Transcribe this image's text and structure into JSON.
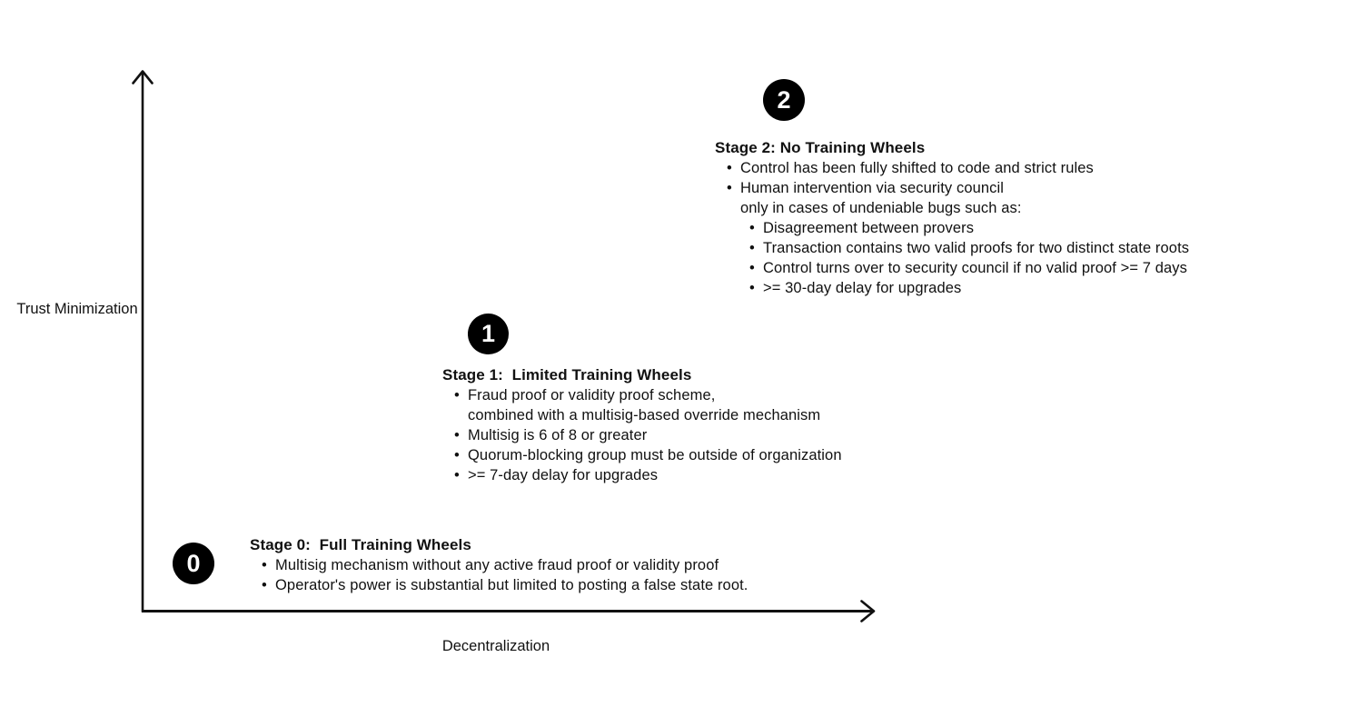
{
  "ui": {
    "bullet": "•"
  },
  "axes": {
    "y_label": "Trust Minimization",
    "x_label": "Decentralization",
    "color": "#111111"
  },
  "stages": [
    {
      "number": "0",
      "title": "Stage 0:  Full Training Wheels",
      "lines": [
        {
          "text": "Multisig mechanism without any active fraud proof or validity proof"
        },
        {
          "text": "Operator's power is substantial but limited to posting a false state root."
        }
      ]
    },
    {
      "number": "1",
      "title": "Stage 1:  Limited Training Wheels",
      "lines": [
        {
          "text": "Fraud proof or validity proof scheme,"
        },
        {
          "text": "combined with a multisig-based override mechanism"
        },
        {
          "text": "Multisig is 6 of 8 or greater"
        },
        {
          "text": "Quorum-blocking group must be outside of organization"
        },
        {
          "text": ">= 7-day delay for upgrades"
        }
      ]
    },
    {
      "number": "2",
      "title": "Stage 2: No Training Wheels",
      "lines": [
        {
          "text": "Control has been fully shifted to code and strict rules"
        },
        {
          "text": "Human intervention via security council"
        },
        {
          "text": "only in cases of undeniable bugs such as:"
        },
        {
          "text": "Disagreement between provers"
        },
        {
          "text": "Transaction contains two valid proofs for two distinct state roots"
        },
        {
          "text": "Control turns over to security council if no valid proof >= 7 days"
        },
        {
          "text": ">= 30-day delay for upgrades"
        }
      ]
    }
  ]
}
